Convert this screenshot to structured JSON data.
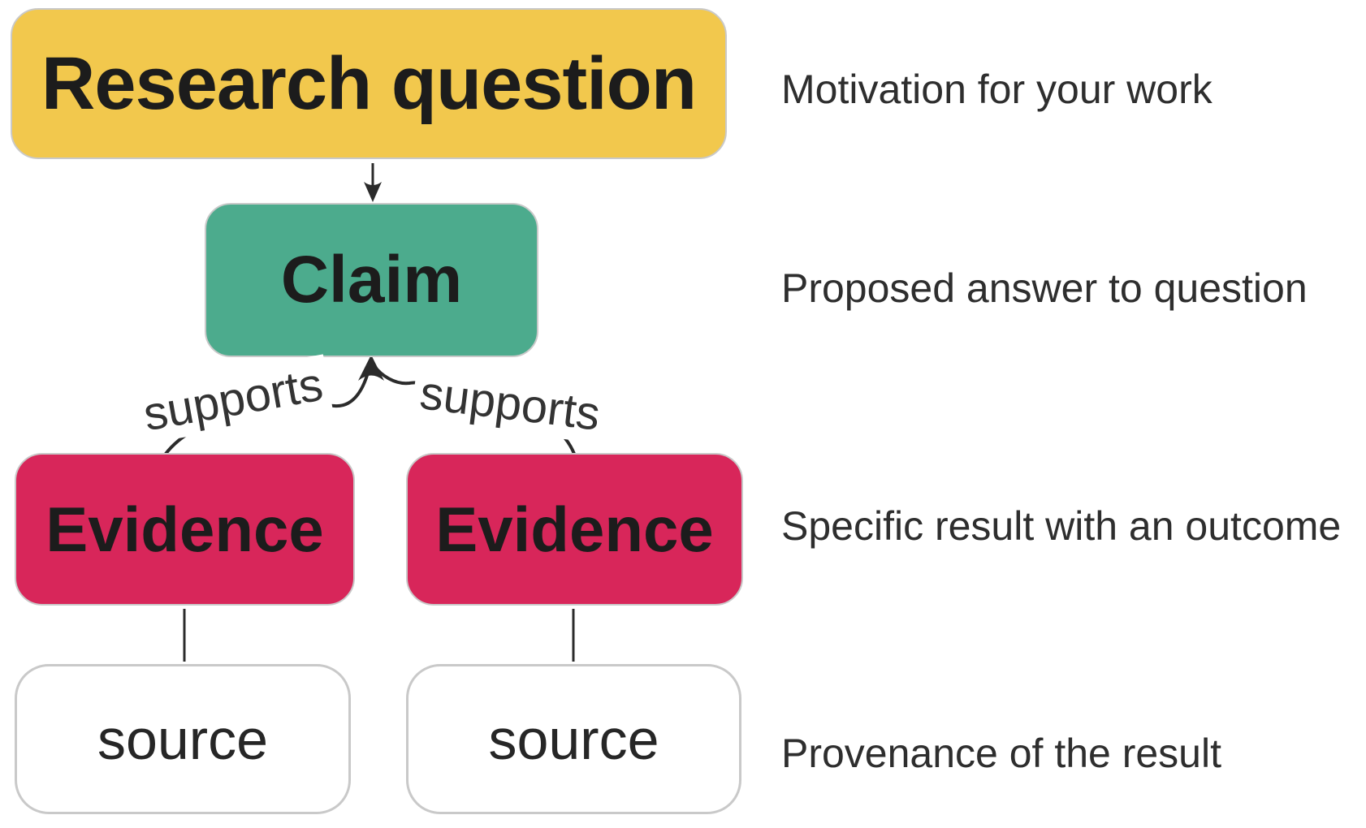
{
  "diagram": {
    "nodes": {
      "research_question": {
        "label": "Research question"
      },
      "claim": {
        "label": "Claim"
      },
      "evidence_left": {
        "label": "Evidence"
      },
      "evidence_right": {
        "label": "Evidence"
      },
      "source_left": {
        "label": "source"
      },
      "source_right": {
        "label": "source"
      }
    },
    "edge_labels": {
      "supports_left": "supports",
      "supports_right": "supports"
    },
    "annotations": [
      {
        "text": "Motivation for your work"
      },
      {
        "text": "Proposed answer to question"
      },
      {
        "text": "Specific result with an outcome"
      },
      {
        "text": "Provenance of the result"
      }
    ]
  },
  "colors": {
    "yellow": "#f2c84d",
    "green": "#4cab8d",
    "pink": "#d8265a",
    "white": "#ffffff",
    "border": "#c9c9c9",
    "line": "#2b2b2b",
    "node-text": "#1c1c1c",
    "annotation-text": "#2e2e2e",
    "edge-label-text": "#333333",
    "page-bg": "#ffffff"
  }
}
